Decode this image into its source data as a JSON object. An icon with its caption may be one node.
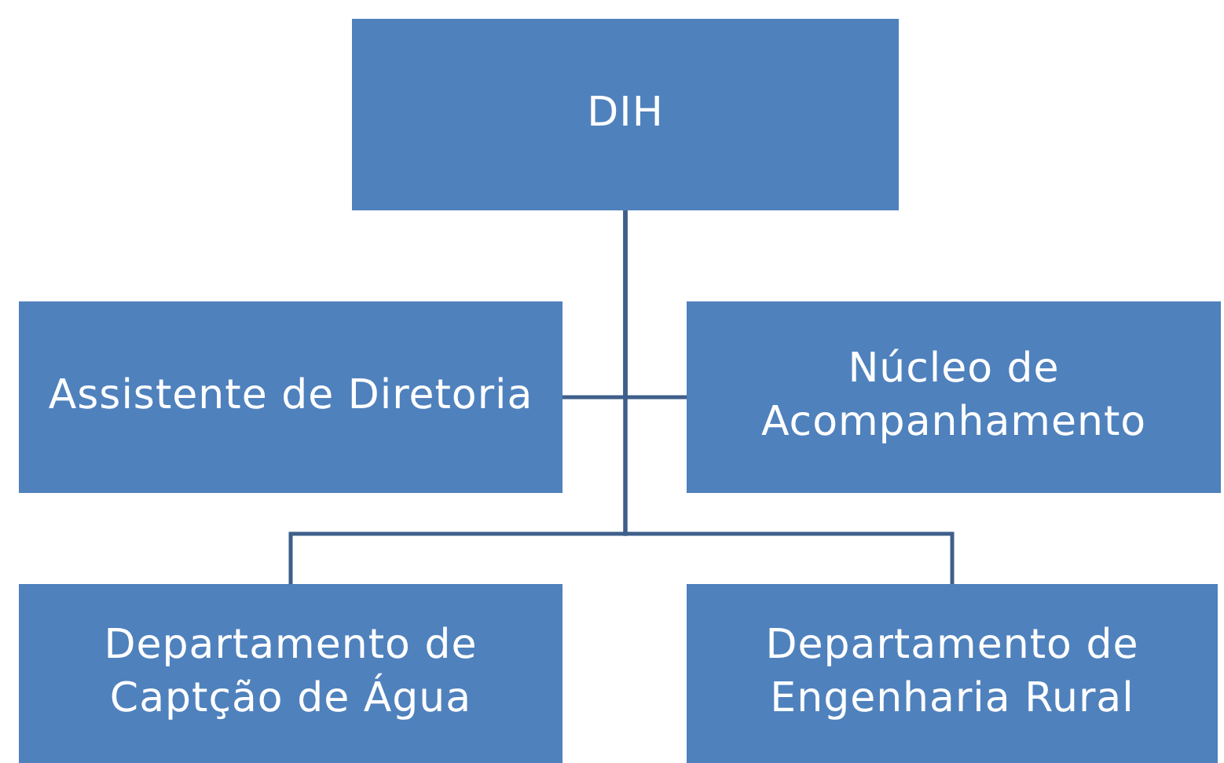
{
  "diagram": {
    "nodes": [
      {
        "text": [
          "DIH"
        ]
      },
      {
        "text": [
          "Assistente de Diretoria"
        ]
      },
      {
        "text": [
          "Núcleo de Acompanhamento"
        ]
      },
      {
        "text": [
          "Departamento de Captção de Água"
        ]
      },
      {
        "text": [
          "Departamento de Engenharia Rural"
        ]
      }
    ],
    "edges": [
      {
        "from": 0,
        "to": 1,
        "arrow": "none"
      },
      {
        "from": 0,
        "to": 2,
        "arrow": "none"
      },
      {
        "from": 0,
        "to": 3,
        "arrow": "none"
      },
      {
        "from": 0,
        "to": 4,
        "arrow": "none"
      }
    ]
  }
}
